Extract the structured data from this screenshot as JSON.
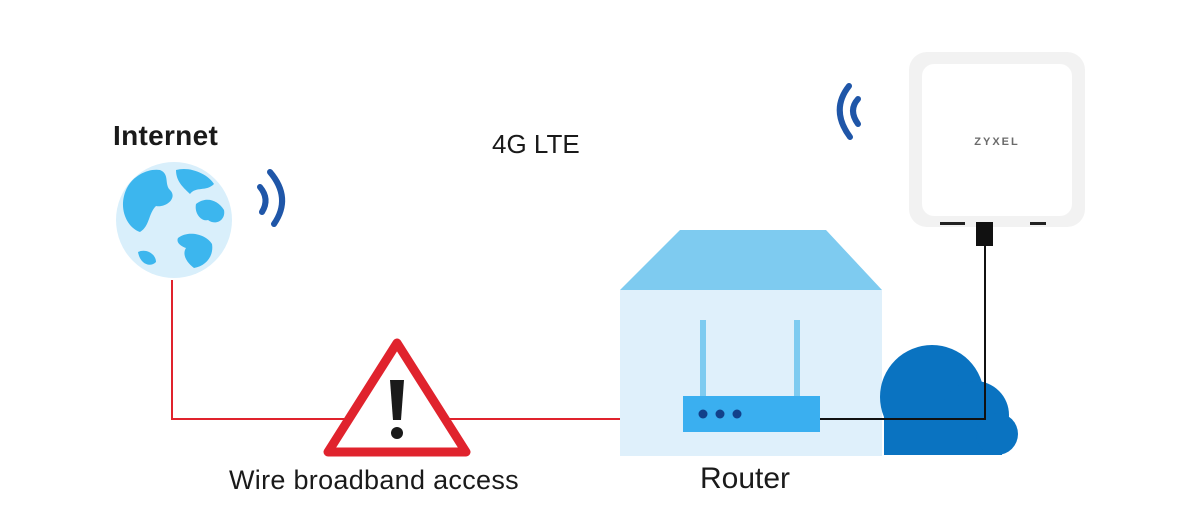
{
  "labels": {
    "internet": "Internet",
    "lte": "4G LTE",
    "wire": "Wire broadband access",
    "router": "Router",
    "device_brand": "ZYXEL"
  },
  "colors": {
    "wire_red": "#e0232d",
    "cable_black": "#111111",
    "signal_blue": "#1f56a8",
    "house_roof": "#7ecbf0",
    "house_wall": "#dff0fb",
    "router_body": "#3aaff0",
    "cloud_blue": "#0a73c1",
    "globe_ocean": "#d9effb",
    "globe_land": "#3cb6ee",
    "warning_red": "#e0232d",
    "device_shell": "#f2f2f2"
  },
  "icons": [
    "globe-icon",
    "wifi-signal-icon",
    "warning-icon",
    "house-icon",
    "router-icon",
    "cloud-icon",
    "lte-device-icon"
  ]
}
